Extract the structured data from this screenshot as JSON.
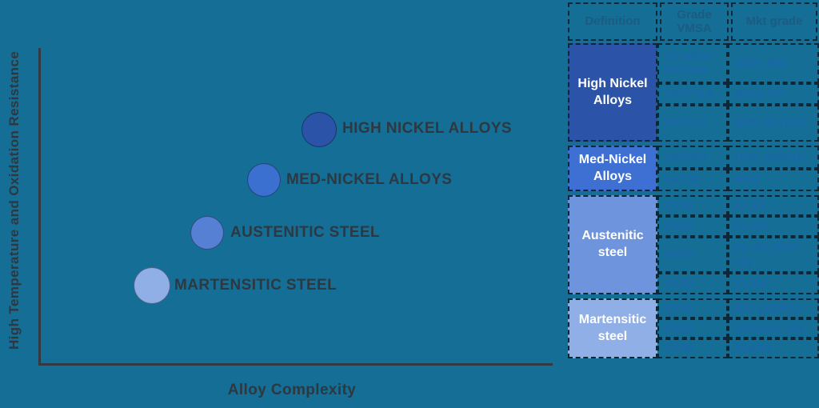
{
  "background_color": "#146E96",
  "chart": {
    "y_axis_label": "High Temperature and Oxidation Resistance",
    "x_axis_label": "Alloy Complexity",
    "points": [
      {
        "label": "MARTENSITIC STEEL",
        "color": "#8FAFE6"
      },
      {
        "label": "AUSTENITIC STEEL",
        "color": "#5580D4"
      },
      {
        "label": "MED-NICKEL ALLOYS",
        "color": "#3B6FD0"
      },
      {
        "label": "HIGH NICKEL ALLOYS",
        "color": "#2B53A8"
      }
    ]
  },
  "chart_data": {
    "type": "scatter",
    "title": "",
    "xlabel": "Alloy Complexity",
    "ylabel": "High Temperature and Oxidation Resistance",
    "grid": false,
    "axis_ticks": false,
    "points": [
      {
        "label": "MARTENSITIC STEEL",
        "x": 1,
        "y": 1,
        "color": "#8FAFE6"
      },
      {
        "label": "AUSTENITIC STEEL",
        "x": 2,
        "y": 2,
        "color": "#5580D4"
      },
      {
        "label": "MED-NICKEL ALLOYS",
        "x": 3,
        "y": 3,
        "color": "#3B6FD0"
      },
      {
        "label": "HIGH NICKEL ALLOYS",
        "x": 4,
        "y": 4,
        "color": "#2B53A8"
      }
    ]
  },
  "table": {
    "headers": [
      "Definition",
      "Grade VMSA",
      "Mkt grade"
    ],
    "groups": [
      {
        "definition": "High Nickel Alloys",
        "color": "#2B53A8",
        "rows": [
          {
            "grade": "VVN80A/ VAT80A",
            "mkt": "Alloy 80A"
          },
          {
            "grade": "VAT751A",
            "mkt": "Alloy 751"
          },
          {
            "grade": "VAT31V",
            "mkt": "UNS N07032"
          }
        ]
      },
      {
        "definition": "Med-Nickel Alloys",
        "color": "#3E6FD2",
        "rows": [
          {
            "grade": "VAT30A",
            "mkt": "UNS S66315"
          },
          {
            "grade": "VAT36",
            "mkt": "Ni36"
          }
        ]
      },
      {
        "definition": "Austenitic steel",
        "color": "#6D94DC",
        "rows": [
          {
            "grade": "VV50",
            "mkt": "21-43"
          },
          {
            "grade": "VV56",
            "mkt": "21-2N"
          },
          {
            "grade": "VV53",
            "mkt": "21-4N (SUH 35)"
          },
          {
            "grade": "VV33",
            "mkt": "21-8N"
          }
        ]
      },
      {
        "definition": "Martensitic steel",
        "color": "#8FAFE6",
        "rows": [
          {
            "grade": "VV45",
            "mkt": "Sil1 (SUH1)"
          },
          {
            "grade": "VV85",
            "mkt": "Chromo 193"
          },
          {
            "grade": "VV48",
            "mkt": "SUH11"
          }
        ]
      }
    ]
  }
}
